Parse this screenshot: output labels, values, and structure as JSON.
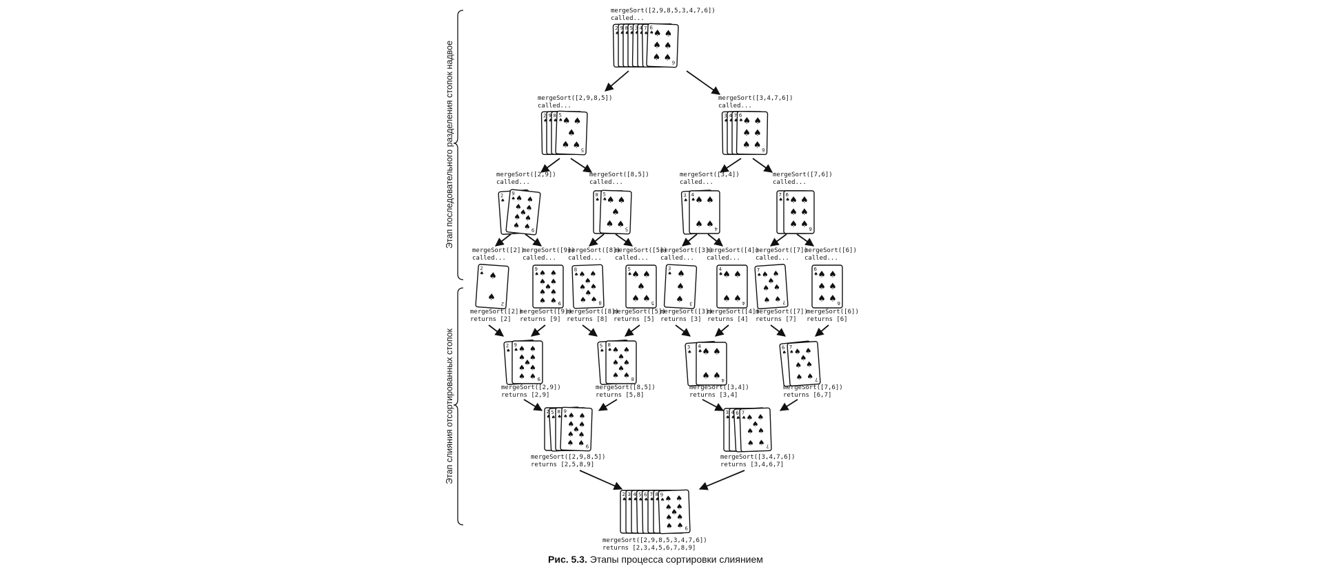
{
  "stages": {
    "split_label": "Этап последовательного разделения стопок надвое",
    "merge_label": "Этап слияния отсортированных стопок"
  },
  "caption": {
    "label": "Рис. 5.3.",
    "text": "Этапы процесса сортировки слиянием"
  },
  "card_suit_glyph": "♠",
  "nodes": [
    {
      "id": "root",
      "lines": [
        "mergeSort([2,9,8,5,3,4,7,6])",
        "called..."
      ],
      "cards": [
        2,
        9,
        8,
        5,
        3,
        4,
        7,
        6
      ]
    },
    {
      "id": "l",
      "lines": [
        "mergeSort([2,9,8,5])",
        "called..."
      ],
      "cards": [
        2,
        9,
        8,
        5
      ]
    },
    {
      "id": "r",
      "lines": [
        "mergeSort([3,4,7,6])",
        "called..."
      ],
      "cards": [
        3,
        4,
        7,
        6
      ]
    },
    {
      "id": "ll",
      "lines": [
        "mergeSort([2,9])",
        "called..."
      ],
      "cards": [
        2,
        9
      ]
    },
    {
      "id": "lr",
      "lines": [
        "mergeSort([8,5])",
        "called..."
      ],
      "cards": [
        8,
        5
      ]
    },
    {
      "id": "rl",
      "lines": [
        "mergeSort([3,4])",
        "called..."
      ],
      "cards": [
        3,
        4
      ]
    },
    {
      "id": "rr",
      "lines": [
        "mergeSort([7,6])",
        "called..."
      ],
      "cards": [
        7,
        6
      ]
    },
    {
      "id": "c2",
      "lines": [
        "mergeSort([2])",
        "called..."
      ],
      "cards": [
        2
      ]
    },
    {
      "id": "c9",
      "lines": [
        "mergeSort([9])",
        "called..."
      ],
      "cards": [
        9
      ]
    },
    {
      "id": "c8",
      "lines": [
        "mergeSort([8])",
        "called..."
      ],
      "cards": [
        8
      ]
    },
    {
      "id": "c5",
      "lines": [
        "mergeSort([5])",
        "called..."
      ],
      "cards": [
        5
      ]
    },
    {
      "id": "c3",
      "lines": [
        "mergeSort([3])",
        "called..."
      ],
      "cards": [
        3
      ]
    },
    {
      "id": "c4",
      "lines": [
        "mergeSort([4])",
        "called..."
      ],
      "cards": [
        4
      ]
    },
    {
      "id": "c7",
      "lines": [
        "mergeSort([7])",
        "called..."
      ],
      "cards": [
        7
      ]
    },
    {
      "id": "c6",
      "lines": [
        "mergeSort([6])",
        "called..."
      ],
      "cards": [
        6
      ]
    },
    {
      "id": "r2",
      "lines": [
        "mergeSort([2])",
        "returns [2]"
      ]
    },
    {
      "id": "r9",
      "lines": [
        "mergeSort([9])",
        "returns [9]"
      ]
    },
    {
      "id": "r8",
      "lines": [
        "mergeSort([8])",
        "returns [8]"
      ]
    },
    {
      "id": "r5",
      "lines": [
        "mergeSort([5])",
        "returns [5]"
      ]
    },
    {
      "id": "r3",
      "lines": [
        "mergeSort([3])",
        "returns [3]"
      ]
    },
    {
      "id": "r4",
      "lines": [
        "mergeSort([4])",
        "returns [4]"
      ]
    },
    {
      "id": "r7",
      "lines": [
        "mergeSort([7])",
        "returns [7]"
      ]
    },
    {
      "id": "r6",
      "lines": [
        "mergeSort([6])",
        "returns [6]"
      ]
    },
    {
      "id": "m29",
      "lines": [
        "mergeSort([2,9])",
        "returns [2,9]"
      ],
      "cards": [
        2,
        9
      ]
    },
    {
      "id": "m58",
      "lines": [
        "mergeSort([8,5])",
        "returns [5,8]"
      ],
      "cards": [
        5,
        8
      ]
    },
    {
      "id": "m34",
      "lines": [
        "mergeSort([3,4])",
        "returns [3,4]"
      ],
      "cards": [
        3,
        4
      ]
    },
    {
      "id": "m67",
      "lines": [
        "mergeSort([7,6])",
        "returns [6,7]"
      ],
      "cards": [
        6,
        7
      ]
    },
    {
      "id": "m2589",
      "lines": [
        "mergeSort([2,9,8,5])",
        "returns [2,5,8,9]"
      ],
      "cards": [
        2,
        5,
        8,
        9
      ]
    },
    {
      "id": "m3467",
      "lines": [
        "mergeSort([3,4,7,6])",
        "returns [3,4,6,7]"
      ],
      "cards": [
        3,
        4,
        6,
        7
      ]
    },
    {
      "id": "final",
      "lines": [
        "mergeSort([2,9,8,5,3,4,7,6])",
        "returns [2,3,4,5,6,7,8,9]"
      ],
      "cards": [
        2,
        3,
        4,
        5,
        6,
        7,
        8,
        9
      ]
    }
  ]
}
